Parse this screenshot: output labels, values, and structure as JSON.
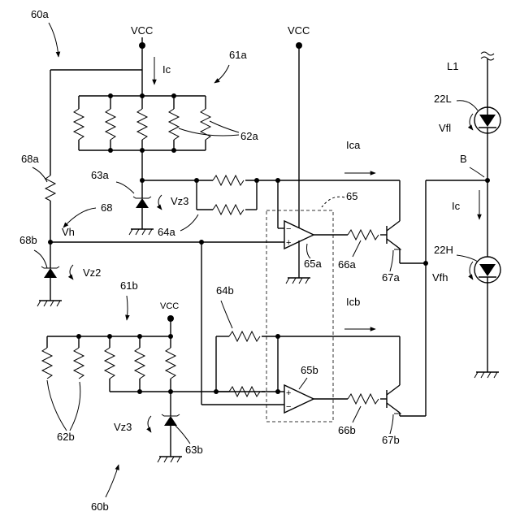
{
  "labels": {
    "circuit_60a": "60a",
    "circuit_60b": "60b",
    "vcc_top_left": "VCC",
    "vcc_top_mid": "VCC",
    "vcc_lower": "VCC",
    "current_ic_top": "Ic",
    "current_ic_right": "Ic",
    "block_61a": "61a",
    "block_61b": "61b",
    "resistors_62a": "62a",
    "resistors_62b": "62b",
    "zener_63a": "63a",
    "zener_63b": "63b",
    "resistors_64a": "64a",
    "resistors_64b": "64b",
    "dashed_65": "65",
    "opamp_65a": "65a",
    "opamp_65b": "65b",
    "resistor_66a": "66a",
    "resistor_66b": "66b",
    "transistor_67a": "67a",
    "transistor_67b": "67b",
    "resistor_68a": "68a",
    "zener_68b": "68b",
    "node_68": "68",
    "voltage_vh": "Vh",
    "voltage_vz2": "Vz2",
    "voltage_vz3_a": "Vz3",
    "voltage_vz3_b": "Vz3",
    "current_ica": "Ica",
    "current_icb": "Icb",
    "line_l1": "L1",
    "led_22l": "22L",
    "led_22h": "22H",
    "voltage_vfl": "Vfl",
    "voltage_vfh": "Vfh",
    "node_b": "B",
    "opamp_plus": "+",
    "opamp_minus": "−"
  }
}
